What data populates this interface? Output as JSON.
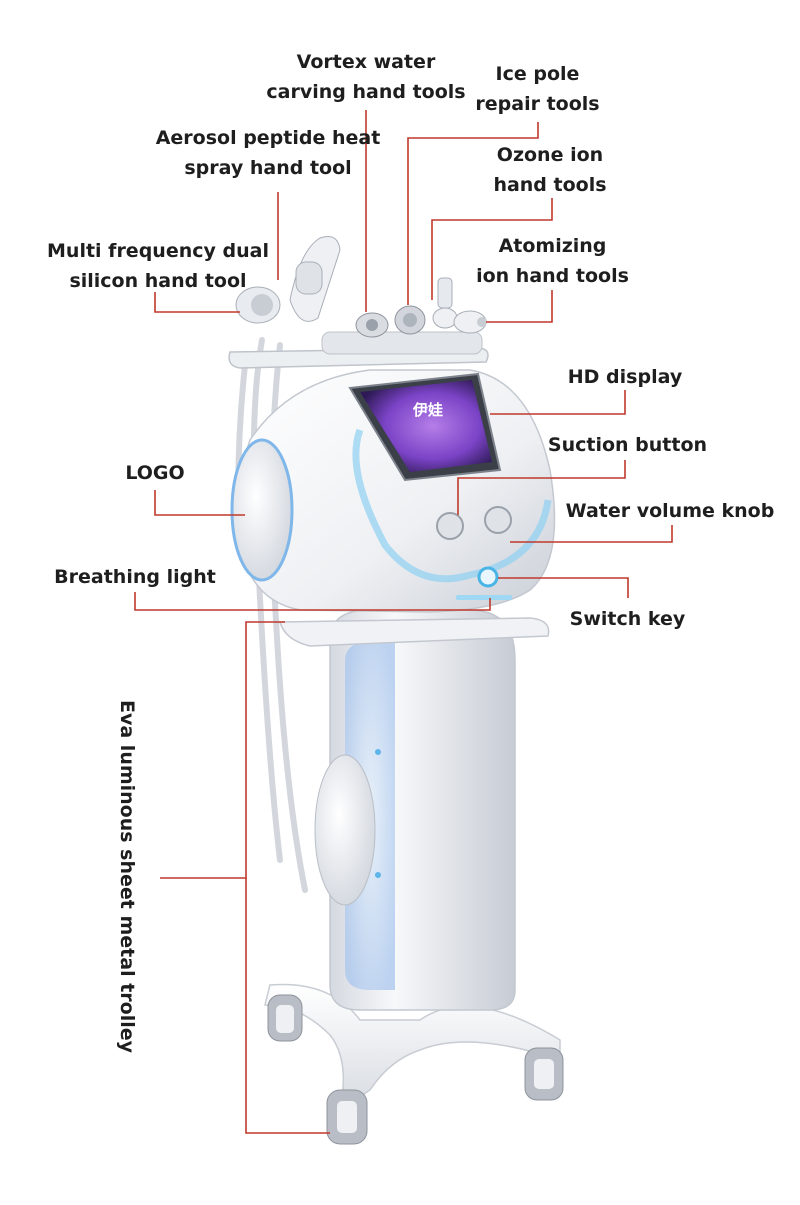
{
  "labels": {
    "vortex": [
      "Vortex water",
      "carving hand tools"
    ],
    "ice": [
      "Ice pole",
      "repair tools"
    ],
    "aerosol": [
      "Aerosol peptide heat",
      "spray hand tool"
    ],
    "ozone": [
      "Ozone ion",
      "hand tools"
    ],
    "multi": [
      "Multi frequency dual",
      "silicon hand tool"
    ],
    "atomizing": [
      "Atomizing",
      "ion hand tools"
    ],
    "hd": "HD display",
    "suction": "Suction button",
    "logo": "LOGO",
    "water": "Water volume knob",
    "breathing": "Breathing light",
    "switch": "Switch key",
    "trolley": "Eva luminous sheet metal trolley"
  },
  "screen_text": "伊娃",
  "colors": {
    "leader_line": "#c0392b",
    "label_text": "#1e1e1e",
    "body_white": "#f4f5f7",
    "body_shadow": "#d9dde3",
    "accent_blue": "#7fc6ee",
    "screen_purple": "#8a4fd0"
  }
}
